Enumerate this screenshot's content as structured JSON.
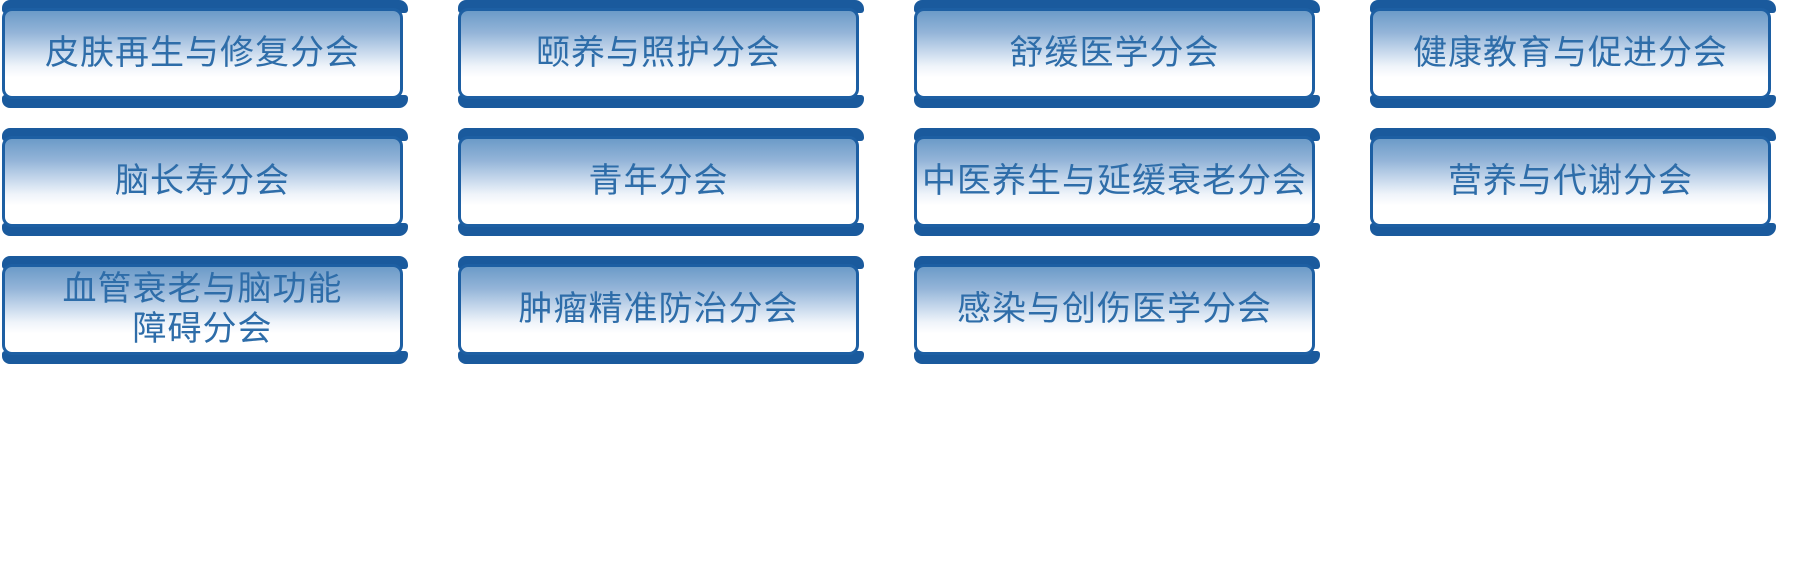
{
  "page": {
    "background": "#ffffff",
    "description": "Grid of society branch navigation buttons"
  },
  "theme": {
    "bar_color": "#1a5a9d",
    "border_color": "#1d5fa3",
    "gradient_top": "#6c9bc8",
    "gradient_bottom": "#ffffff",
    "text_color": "#2e6da9",
    "page_bg": "#ffffff"
  },
  "buttons": [
    {
      "label": "皮肤再生与修复分会"
    },
    {
      "label": "颐养与照护分会"
    },
    {
      "label": "舒缓医学分会"
    },
    {
      "label": "健康教育与促进分会"
    },
    {
      "label": "脑长寿分会"
    },
    {
      "label": "青年分会"
    },
    {
      "label": "中医养生与延缓衰老分会"
    },
    {
      "label": "营养与代谢分会"
    },
    {
      "label": "血管衰老与脑功能\n障碍分会"
    },
    {
      "label": "肿瘤精准防治分会"
    },
    {
      "label": "感染与创伤医学分会"
    }
  ]
}
